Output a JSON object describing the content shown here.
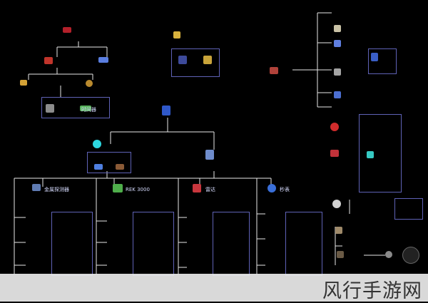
{
  "headers": {
    "h1": "金属探测器",
    "h2": "REK 3000",
    "h3": "雷达",
    "h4": "秒表",
    "h5": "时间器"
  },
  "watermark": {
    "text": "风行手游网"
  },
  "colors": {
    "background": "#000000",
    "line": "#ffffff",
    "box_border": "#5f62b6",
    "text": "#c8c8e6"
  }
}
